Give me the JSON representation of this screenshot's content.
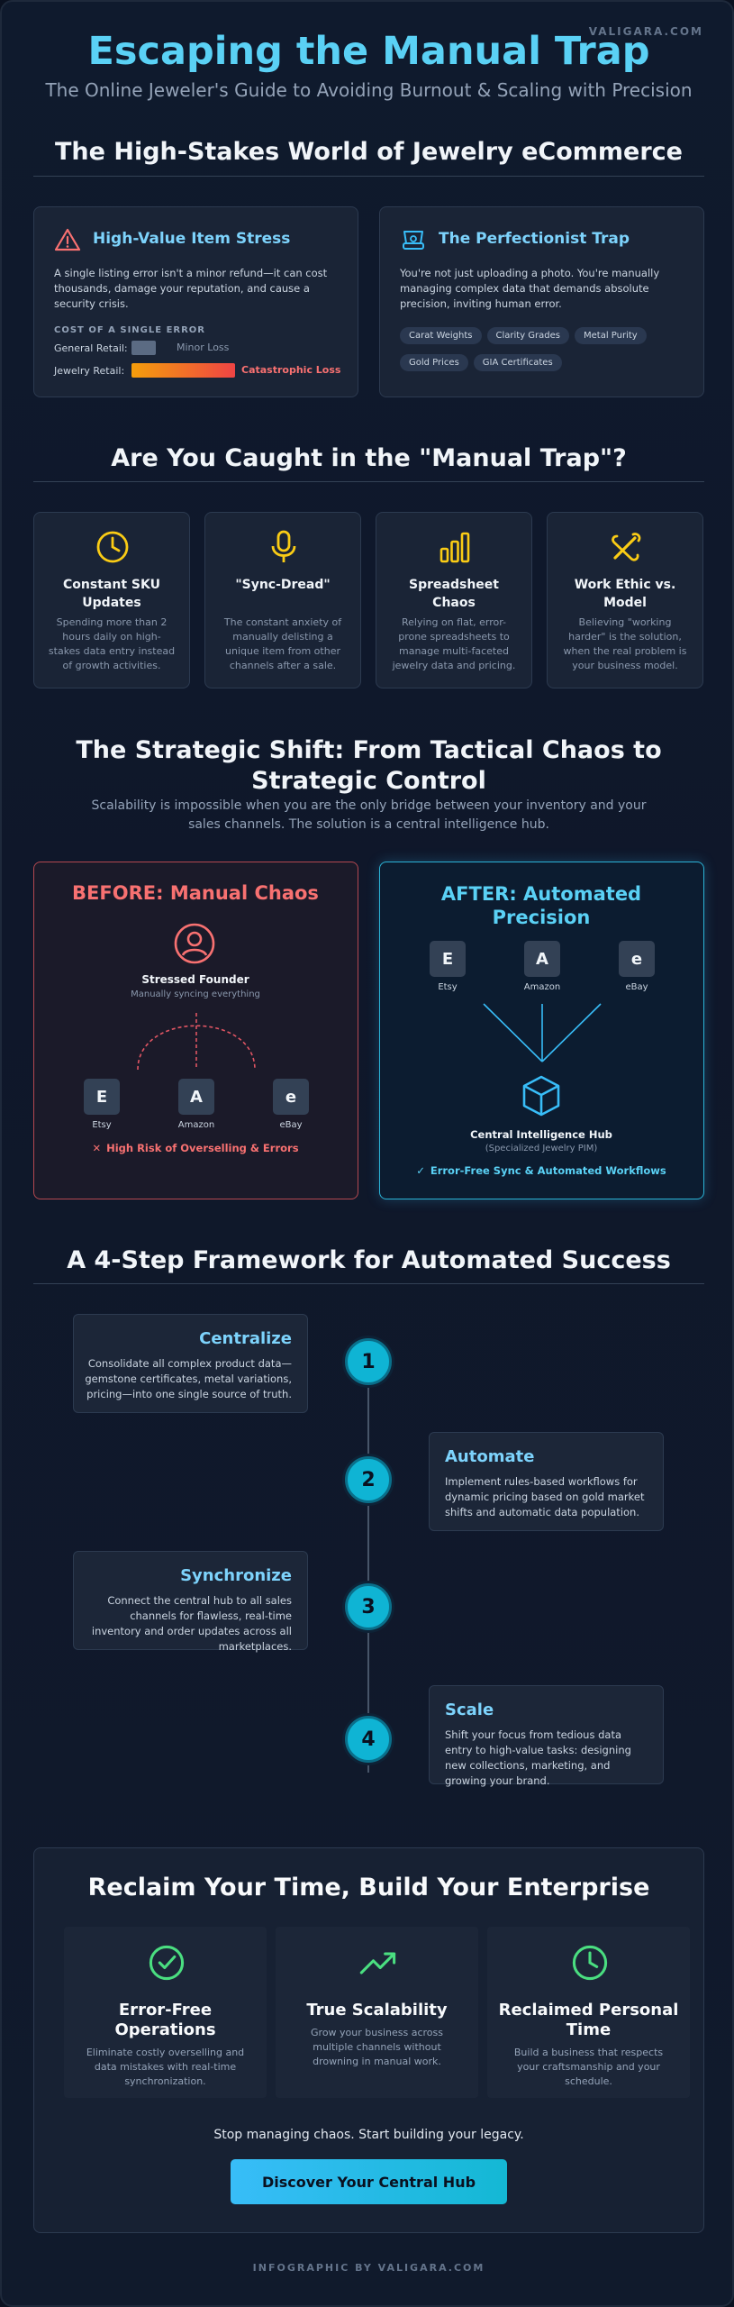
{
  "brand": "VALIGARA.COM",
  "header": {
    "title": "Escaping the Manual Trap",
    "subtitle": "The Online Jeweler's Guide to Avoiding Burnout & Scaling with Precision"
  },
  "section1": {
    "title": "The High-Stakes World of Jewelry eCommerce",
    "card1": {
      "title": "High-Value Item Stress",
      "text": "A single listing error isn't a minor refund—it can cost thousands, damage your reputation, and cause a security crisis.",
      "cost_label": "COST OF A SINGLE ERROR",
      "general_label": "General Retail:",
      "general_value": "Minor Loss",
      "general_level": 0.3,
      "jewelry_label": "Jewelry Retail:",
      "jewelry_value": "Catastrophic Loss",
      "jewelry_level": 1.0,
      "icon": "warning-icon"
    },
    "card2": {
      "title": "The Perfectionist Trap",
      "text": "You're not just uploading a photo. You're manually managing complex data that demands absolute precision, inviting human error.",
      "tags": [
        "Carat Weights",
        "Clarity Grades",
        "Metal Purity",
        "Gold Prices",
        "GIA Certificates"
      ],
      "icon": "ring-icon"
    }
  },
  "section2": {
    "title": "Are You Caught in the \"Manual Trap\"?",
    "cards": [
      {
        "title": "Constant SKU Updates",
        "text": "Spending more than 2 hours daily on high-stakes data entry instead of growth activities.",
        "icon": "clock-icon"
      },
      {
        "title": "\"Sync-Dread\"",
        "text": "The constant anxiety of manually delisting a unique item from other channels after a sale.",
        "icon": "microphone-icon"
      },
      {
        "title": "Spreadsheet Chaos",
        "text": "Relying on flat, error-prone spreadsheets to manage multi-faceted jewelry data and pricing.",
        "icon": "bar-chart-icon"
      },
      {
        "title": "Work Ethic vs. Model",
        "text": "Believing \"working harder\" is the solution, when the real problem is your business model.",
        "icon": "tools-icon"
      }
    ]
  },
  "section3": {
    "title": "The Strategic Shift: From Tactical Chaos to Strategic Control",
    "intro": "Scalability is impossible when you are the only bridge between your inventory and your sales channels. The solution is a central intelligence hub.",
    "before": {
      "title": "BEFORE: Manual Chaos",
      "person": "Stressed Founder",
      "person_sub": "Manually syncing everything",
      "nodes": [
        {
          "letter": "E",
          "label": "Etsy"
        },
        {
          "letter": "A",
          "label": "Amazon"
        },
        {
          "letter": "e",
          "label": "eBay"
        }
      ],
      "warning": "High Risk of Overselling & Errors",
      "colors": {
        "accent": "#f87171"
      }
    },
    "after": {
      "title": "AFTER: Automated Precision",
      "nodes": [
        {
          "letter": "E",
          "label": "Etsy"
        },
        {
          "letter": "A",
          "label": "Amazon"
        },
        {
          "letter": "e",
          "label": "eBay"
        }
      ],
      "hub": "Central Intelligence Hub",
      "hub_sub": "(Specialized Jewelry PIM)",
      "success": "Error-Free Sync & Automated Workflows",
      "colors": {
        "accent": "#38bdf8"
      }
    }
  },
  "section4": {
    "title": "A 4-Step Framework for Automated Success",
    "steps": [
      {
        "num": "1",
        "title": "Centralize",
        "text": "Consolidate all complex product data—gemstone certificates, metal variations, pricing—into one single source of truth."
      },
      {
        "num": "2",
        "title": "Automate",
        "text": "Implement rules-based workflows for dynamic pricing based on gold market shifts and automatic data population."
      },
      {
        "num": "3",
        "title": "Synchronize",
        "text": "Connect the central hub to all sales channels for flawless, real-time inventory and order updates across all marketplaces."
      },
      {
        "num": "4",
        "title": "Scale",
        "text": "Shift your focus from tedious data entry to high-value tasks: designing new collections, marketing, and growing your brand."
      }
    ]
  },
  "section5": {
    "title": "Reclaim Your Time, Build Your Enterprise",
    "benefits": [
      {
        "title": "Error-Free Operations",
        "text": "Eliminate costly overselling and data mistakes with real-time synchronization.",
        "icon": "check-circle-icon"
      },
      {
        "title": "True Scalability",
        "text": "Grow your business across multiple channels without drowning in manual work.",
        "icon": "trend-up-icon"
      },
      {
        "title": "Reclaimed Personal Time",
        "text": "Build a business that respects your craftsmanship and your schedule.",
        "icon": "clock-icon"
      }
    ],
    "tagline": "Stop managing chaos. Start building your legacy.",
    "cta": "Discover Your Central Hub"
  },
  "footer": "INFOGRAPHIC BY VALIGARA.COM"
}
